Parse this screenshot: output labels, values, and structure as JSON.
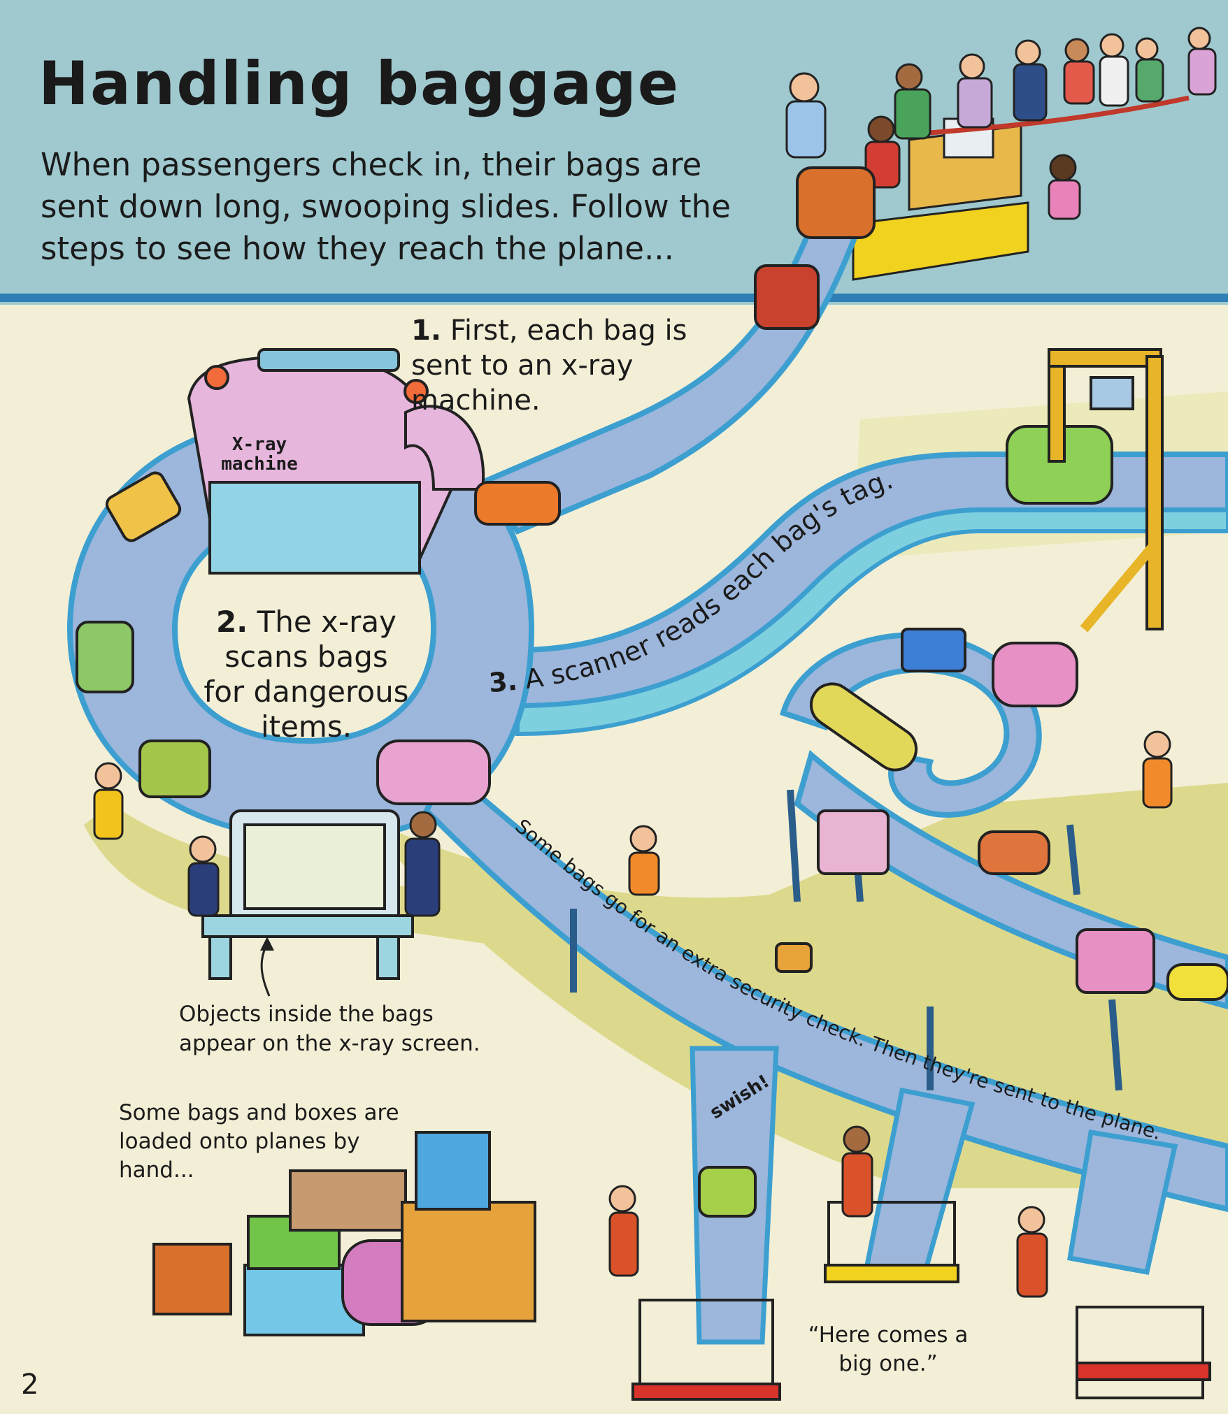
{
  "title": "Handling baggage",
  "intro": "When passengers check in, their bags are sent down long, swooping slides. Follow the steps to see how they reach the plane...",
  "steps": {
    "step1_number": "1.",
    "step1_text": "First, each bag is sent to an x-ray machine.",
    "step2_number": "2.",
    "step2_text": "The x-ray scans bags for dangerous items.",
    "step3_number": "3.",
    "step3_text": "A scanner reads each bag's tag."
  },
  "xray_label_line1": "X-ray",
  "xray_label_line2": "machine",
  "security_text": "Some bags go for an extra security check. Then they're sent to the plane.",
  "xray_screen_caption": "Objects inside the bags appear on the x-ray screen.",
  "hand_loading_caption": "Some bags and boxes are loaded onto planes by hand...",
  "swish_label": "swish!",
  "speech_quote": "“Here comes a big one.”",
  "page_number": "2",
  "colors": {
    "header_bg": "#9fc9cf",
    "page_bg": "#f3efd6",
    "conveyor": "#9cb6dc",
    "conveyor_edge": "#3c9fd0",
    "floor_yellow": "#ddd98c",
    "xray_pink": "#e6b6dd"
  }
}
